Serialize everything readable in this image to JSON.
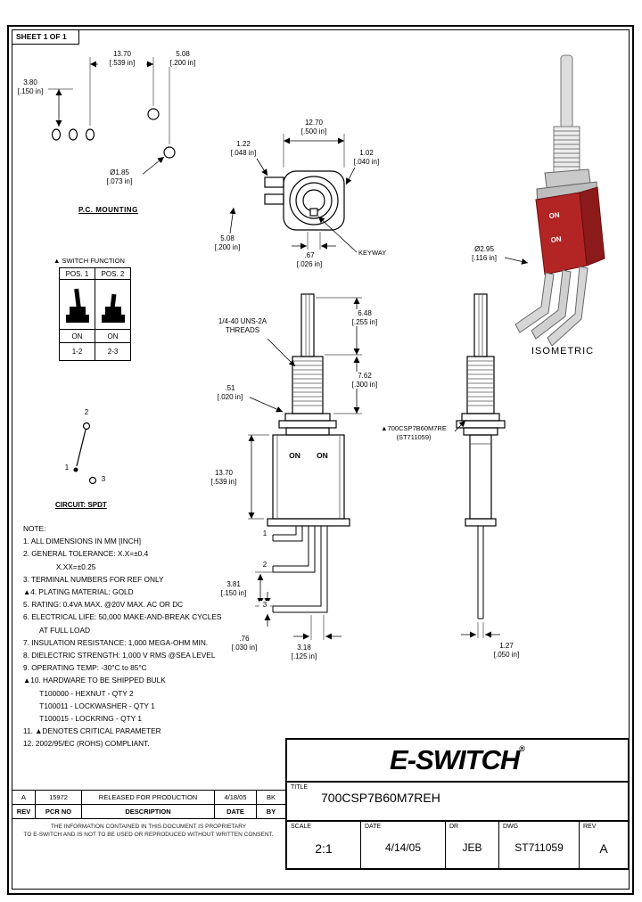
{
  "sheet": {
    "label": "SHEET 1 OF 1"
  },
  "pcb_view": {
    "title": "P.C. MOUNTING",
    "dim_13_70": {
      "mm": "13.70",
      "inch": "[.539 in]"
    },
    "dim_5_08": {
      "mm": "5.08",
      "inch": "[.200 in]"
    },
    "dim_3_80": {
      "mm": "3.80",
      "inch": "[.150 in]"
    },
    "dim_hole": {
      "mm": "Ø1.85",
      "inch": "[.073 in]"
    }
  },
  "top_view": {
    "dim_12_70": {
      "mm": "12.70",
      "inch": "[.500 in]"
    },
    "dim_1_22": {
      "mm": "1.22",
      "inch": "[.048 in]"
    },
    "dim_1_02": {
      "mm": "1.02",
      "inch": "[.040 in]"
    },
    "dim_5_08": {
      "mm": "5.08",
      "inch": "[.200 in]"
    },
    "dim_0_67": {
      "mm": ".67",
      "inch": "[.026 in]"
    },
    "keyway": "KEYWAY"
  },
  "isometric_view": {
    "label": "ISOMETRIC",
    "on_label": "ON",
    "dim_2_95": {
      "mm": "Ø2.95",
      "inch": "[.116 in]"
    },
    "body_color": "#b32424"
  },
  "function_table": {
    "marker": "▲",
    "title": "SWITCH FUNCTION",
    "columns": [
      "POS. 1",
      "POS. 2"
    ],
    "on_row": [
      "ON",
      "ON"
    ],
    "terminal_row": [
      "1-2",
      "2-3"
    ]
  },
  "circuit": {
    "label": "CIRCUIT: SPDT",
    "terminal_top": "2",
    "terminal_left": "1",
    "terminal_right": "3"
  },
  "front_view": {
    "threads_line1": "1/4-40 UNS-2A",
    "threads_line2": "THREADS",
    "dim_6_48": {
      "mm": "6.48",
      "inch": "[.255 in]"
    },
    "dim_7_62": {
      "mm": "7.62",
      "inch": "[.300 in]"
    },
    "dim_0_51": {
      "mm": ".51",
      "inch": "[.020 in]"
    },
    "dim_13_70": {
      "mm": "13.70",
      "inch": "[.539 in]"
    },
    "dim_3_81": {
      "mm": "3.81",
      "inch": "[.150 in]"
    },
    "dim_0_76": {
      "mm": ".76",
      "inch": "[.030 in]"
    },
    "dim_3_18": {
      "mm": "3.18",
      "inch": "[.125 in]"
    },
    "on_left": "ON",
    "on_right": "ON",
    "terminals": [
      "1",
      "2",
      "3"
    ]
  },
  "side_view": {
    "marking_line1": "▲700CSP7B60M7RE",
    "marking_line2": "(ST711059)",
    "dim_1_27": {
      "mm": "1.27",
      "inch": "[.050 in]"
    }
  },
  "notes": {
    "heading": "NOTE:",
    "items": [
      "1. ALL DIMENSIONS IN MM [INCH]",
      "2. GENERAL TOLERANCE: X.X=±0.4",
      "                X.XX=±0.25",
      "3. TERMINAL NUMBERS FOR REF ONLY",
      "▲4. PLATING MATERIAL: GOLD",
      "5. RATING: 0.4VA MAX. @20V MAX. AC OR DC",
      "6. ELECTRICAL LIFE: 50,000 MAKE-AND-BREAK CYCLES",
      "        AT FULL LOAD",
      "7. INSULATION RESISTANCE: 1,000 MEGA-OHM MIN.",
      "8. DIELECTRIC STRENGTH: 1,000 V RMS @SEA LEVEL",
      "9. OPERATING TEMP: -30°C to 85°C",
      "▲10. HARDWARE TO BE SHIPPED BULK",
      "        T100000 - HEXNUT - QTY 2",
      "        T100011 - LOCKWASHER - QTY 1",
      "        T100015 - LOCKRING - QTY 1",
      "11. ▲DENOTES CRITICAL PARAMETER",
      "12. 2002/95/EC (ROHS) COMPLIANT."
    ]
  },
  "revision_table": {
    "rows": [
      [
        "A",
        "15972",
        "RELEASED FOR PRODUCTION",
        "4/18/05",
        "BK"
      ],
      [
        "REV",
        "PCR NO",
        "DESCRIPTION",
        "DATE",
        "BY"
      ]
    ],
    "disclaimer": [
      "THE INFORMATION CONTAINED IN THIS DOCUMENT IS PROPRIETARY",
      "TO E-SWITCH AND IS NOT TO BE USED OR REPRODUCED WITHOUT WRITTEN CONSENT."
    ]
  },
  "title_block": {
    "logo_text": "E-SWITCH",
    "logo_reg": "®",
    "title_label": "TITLE",
    "title_value": "700CSP7B60M7REH",
    "scale_label": "SCALE",
    "scale_value": "2:1",
    "date_label": "DATE",
    "date_value": "4/14/05",
    "dr_label": "DR",
    "dr_value": "JEB",
    "dwg_label": "DWG",
    "dwg_value": "ST711059",
    "rev_label": "REV",
    "rev_value": "A"
  }
}
